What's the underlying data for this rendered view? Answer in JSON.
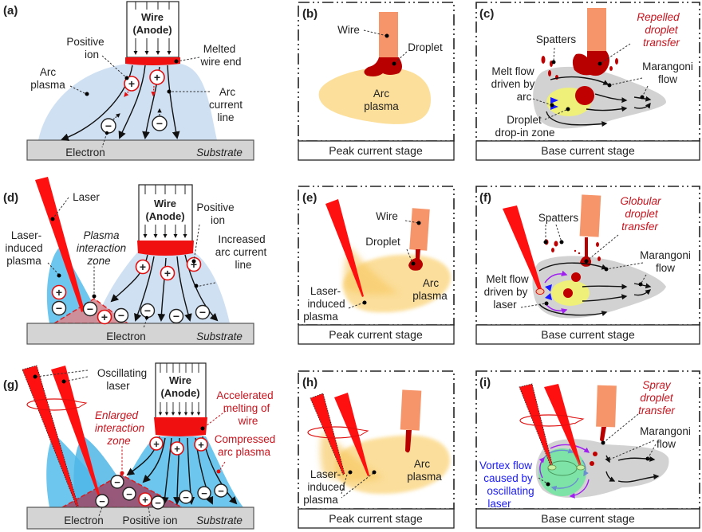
{
  "figure": {
    "panels": {
      "a": {
        "tag": "(a)",
        "wire": [
          "Wire",
          "(Anode)"
        ],
        "labels": {
          "positive_ion": [
            "Positive",
            "ion"
          ],
          "melted_wire_end": [
            "Melted",
            "wire end"
          ],
          "arc_plasma": [
            "Arc",
            "plasma"
          ],
          "arc_current_line": [
            "Arc",
            "current",
            "line"
          ],
          "electron": "Electron",
          "substrate": "Substrate"
        }
      },
      "b": {
        "tag": "(b)",
        "labels": {
          "wire": "Wire",
          "droplet": "Droplet",
          "arc_plasma": [
            "Arc",
            "plasma"
          ]
        },
        "stage": "Peak current stage"
      },
      "c": {
        "tag": "(c)",
        "labels": {
          "transfer": [
            "Repelled",
            "droplet",
            "transfer"
          ],
          "spatters": "Spatters",
          "melt_flow": [
            "Melt flow",
            "driven by",
            "arc"
          ],
          "marangoni": [
            "Marangoni",
            "flow"
          ],
          "drop_in_zone": [
            "Droplet",
            "drop-in zone"
          ]
        },
        "stage": "Base current stage"
      },
      "d": {
        "tag": "(d)",
        "wire": [
          "Wire",
          "(Anode)"
        ],
        "labels": {
          "laser": "Laser",
          "laser_plasma": [
            "Laser-",
            "induced",
            "plasma"
          ],
          "interaction_zone": [
            "Plasma",
            "interaction",
            "zone"
          ],
          "positive_ion": [
            "Positive",
            "ion"
          ],
          "increased_arc": [
            "Increased",
            "arc current",
            "line"
          ],
          "electron": "Electron",
          "substrate": "Substrate"
        }
      },
      "e": {
        "tag": "(e)",
        "labels": {
          "wire": "Wire",
          "droplet": "Droplet",
          "laser_plasma": [
            "Laser-",
            "induced",
            "plasma"
          ],
          "arc_plasma": [
            "Arc",
            "plasma"
          ]
        },
        "stage": "Peak current stage"
      },
      "f": {
        "tag": "(f)",
        "labels": {
          "transfer": [
            "Globular",
            "droplet",
            "transfer"
          ],
          "spatters": "Spatters",
          "marangoni": [
            "Marangoni",
            "flow"
          ],
          "melt_flow": [
            "Melt flow",
            "driven by",
            "laser"
          ]
        },
        "stage": "Base current stage"
      },
      "g": {
        "tag": "(g)",
        "wire": [
          "Wire",
          "(Anode)"
        ],
        "labels": {
          "oscillating_laser": [
            "Oscillating",
            "laser"
          ],
          "accelerated": [
            "Accelerated",
            "melting of",
            "wire"
          ],
          "enlarged_zone": [
            "Enlarged",
            "interaction",
            "zone"
          ],
          "compressed": [
            "Compressed",
            "arc plasma"
          ],
          "electron": "Electron",
          "positive_ion": "Positive ion",
          "substrate": "Substrate"
        }
      },
      "h": {
        "tag": "(h)",
        "labels": {
          "laser_plasma": [
            "Laser-",
            "induced",
            "plasma"
          ],
          "arc_plasma": [
            "Arc",
            "plasma"
          ]
        },
        "stage": "Peak current stage"
      },
      "i": {
        "tag": "(i)",
        "labels": {
          "transfer": [
            "Spray",
            "droplet",
            "transfer"
          ],
          "marangoni": [
            "Marangoni",
            "flow"
          ],
          "vortex": [
            "Vortex flow",
            "caused by",
            "oscillating",
            "laser"
          ]
        },
        "stage": "Base current stage"
      }
    },
    "symbols": {
      "plus": "+",
      "minus": "−"
    },
    "colors": {
      "arc_plasma_light": "#cfe0f3",
      "laser_plasma_blue": "#6cc6ee",
      "laser_red": "#ff1010",
      "melt_red": "#b80000",
      "wire_orange": "#f7956a",
      "plasma_yellow": "#fbd98a",
      "pool_gray": "#d2d2d2",
      "dropin_yellow": "#eef07a",
      "vortex_green": "#7ee3a6",
      "flow_purple": "#a020f0",
      "annotation_red": "#c8141e",
      "annotation_blue": "#1a1aff"
    }
  }
}
